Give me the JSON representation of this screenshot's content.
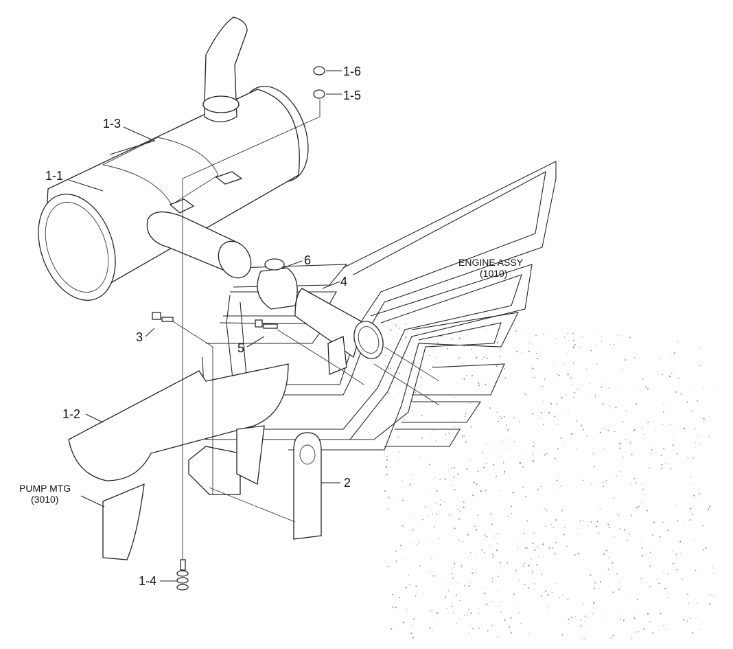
{
  "callouts": {
    "c_1_1": "1-1",
    "c_1_2": "1-2",
    "c_1_3": "1-3",
    "c_1_4": "1-4",
    "c_1_5": "1-5",
    "c_1_6": "1-6",
    "c_2": "2",
    "c_3": "3",
    "c_4": "4",
    "c_5": "5",
    "c_6": "6"
  },
  "references": {
    "engine_title": "ENGINE ASSY",
    "engine_code": "(1010)",
    "pump_title": "PUMP MTG",
    "pump_code": "(3010)"
  }
}
